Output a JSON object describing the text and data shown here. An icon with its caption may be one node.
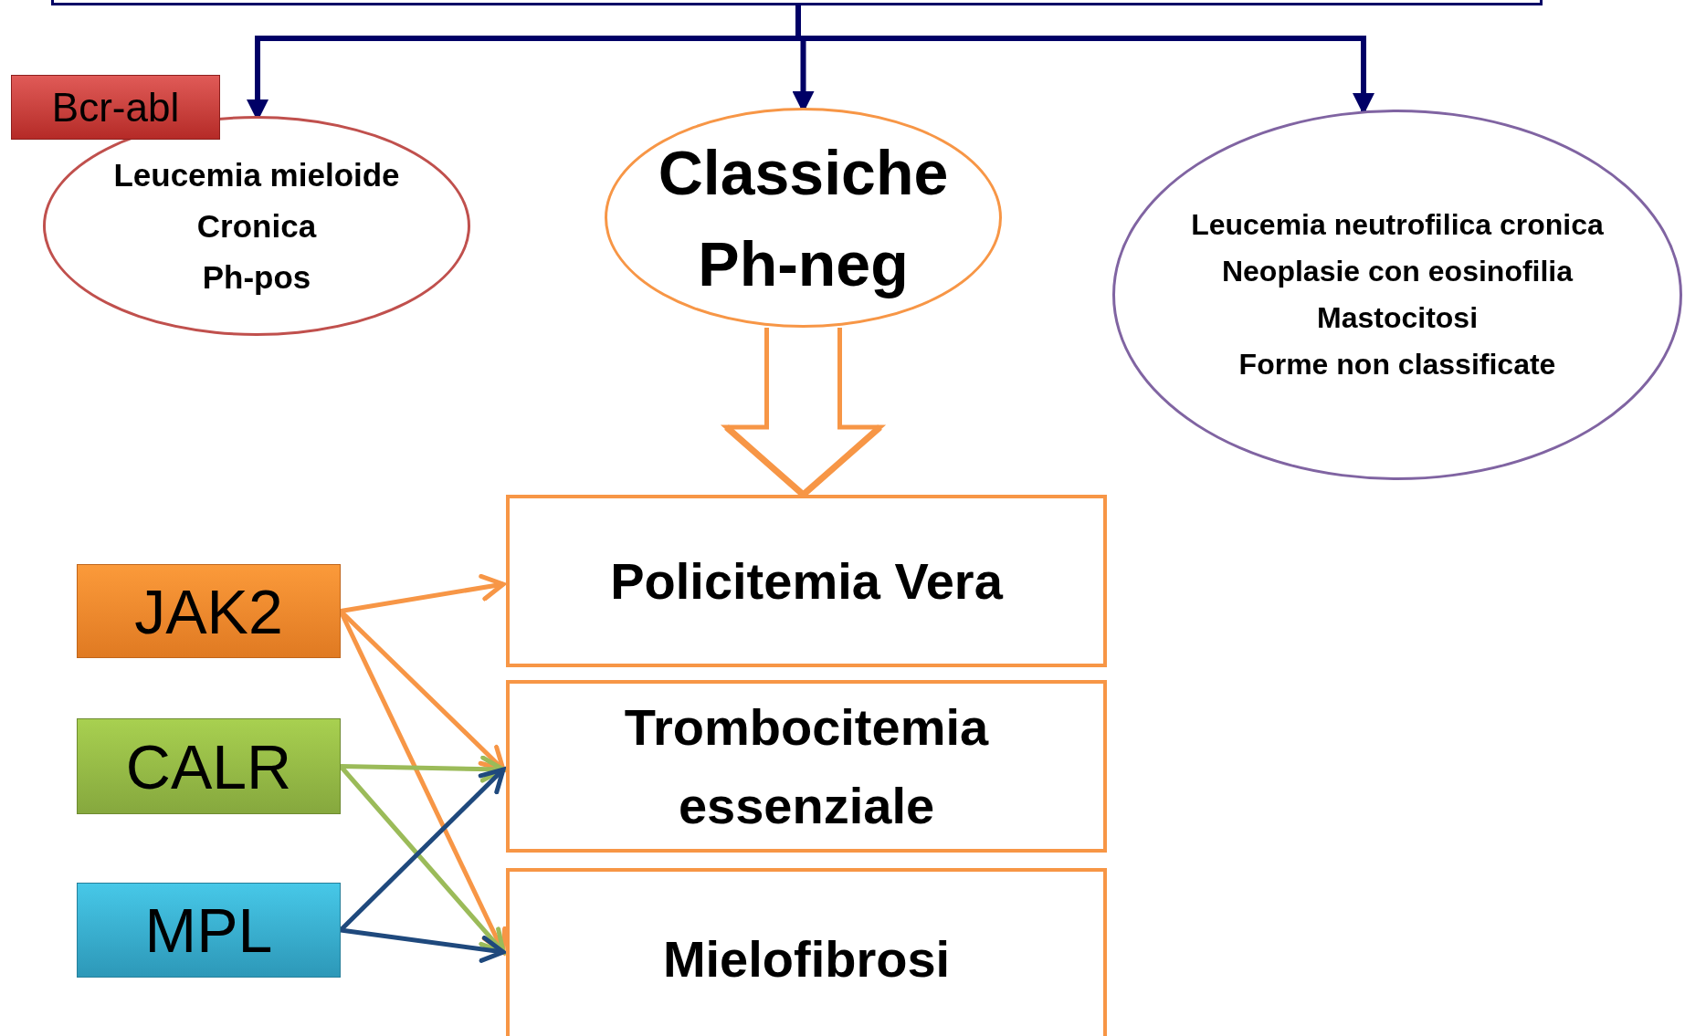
{
  "diagram": {
    "nodes": [
      {
        "text": [],
        "shape": "box"
      },
      {
        "text": [
          "Bcr-abl"
        ]
      },
      {
        "text": [
          "Leucemia mieloide",
          "Cronica",
          "Ph-pos"
        ]
      },
      {
        "text": [
          "Classiche",
          "Ph-neg"
        ]
      },
      {
        "text": [
          "Leucemia neutrofilica cronica",
          "Neoplasie con eosinofilia",
          "Mastocitosi",
          "Forme non classificate"
        ]
      },
      {
        "text": [
          "Policitemia Vera"
        ]
      },
      {
        "text": [
          "Trombocitemia essenziale"
        ]
      },
      {
        "text": [
          "Mielofibrosi"
        ]
      },
      {
        "text": [
          "JAK2"
        ]
      },
      {
        "text": [
          "CALR"
        ]
      },
      {
        "text": [
          "MPL"
        ]
      }
    ],
    "edges": [
      {
        "from": 0,
        "to": 2,
        "arrow": "to",
        "color": "#000066"
      },
      {
        "from": 0,
        "to": 3,
        "arrow": "to",
        "color": "#000066"
      },
      {
        "from": 0,
        "to": 4,
        "arrow": "to",
        "color": "#000066"
      },
      {
        "from": 3,
        "to": 5,
        "arrow": "to",
        "color": "#f79646"
      },
      {
        "from": 8,
        "to": 5,
        "arrow": "to",
        "color": "#f79646"
      },
      {
        "from": 8,
        "to": 6,
        "arrow": "to",
        "color": "#f79646"
      },
      {
        "from": 8,
        "to": 7,
        "arrow": "to",
        "color": "#f79646"
      },
      {
        "from": 9,
        "to": 6,
        "arrow": "to",
        "color": "#9bbb59"
      },
      {
        "from": 9,
        "to": 7,
        "arrow": "to",
        "color": "#9bbb59"
      },
      {
        "from": 10,
        "to": 6,
        "arrow": "to",
        "color": "#1f497d"
      },
      {
        "from": 10,
        "to": 7,
        "arrow": "to",
        "color": "#1f497d"
      }
    ]
  }
}
